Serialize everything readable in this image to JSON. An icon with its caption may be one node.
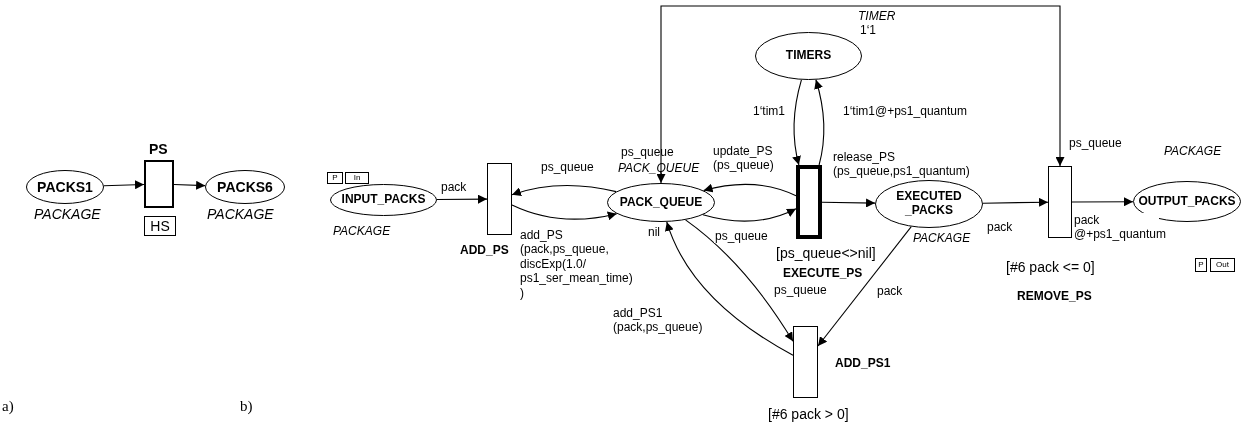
{
  "diagram": {
    "nodes": [
      {
        "text": [
          "PACKS1"
        ],
        "beside": [
          "PACKAGE"
        ]
      },
      {
        "text": [
          "PS"
        ]
      },
      {
        "text": [
          "HS"
        ]
      },
      {
        "text": [
          "PACKS6"
        ],
        "beside": [
          "PACKAGE"
        ]
      },
      {
        "text": [
          "INPUT_PACKS"
        ],
        "beside": [
          "PACKAGE"
        ]
      },
      {
        "text": [
          "P"
        ]
      },
      {
        "text": [
          "In"
        ]
      },
      {
        "text": [
          "ADD_PS"
        ]
      },
      {
        "text": [
          "PACK_QUEUE"
        ],
        "beside": [
          "PACK_QUEUE",
          "nil"
        ]
      },
      {
        "text": [
          "TIMERS"
        ],
        "beside": [
          "TIMER",
          "1‘1"
        ]
      },
      {
        "text": [
          "EXECUTE_PS"
        ],
        "beside": [
          "[ps_queue<>nil]"
        ]
      },
      {
        "text": [
          "EXECUTED _PACKS"
        ],
        "beside": [
          "PACKAGE"
        ]
      },
      {
        "text": [
          "REMOVE_PS"
        ],
        "beside": [
          "[#6 pack <= 0]"
        ]
      },
      {
        "text": [
          "OUTPUT_PACKS"
        ],
        "beside": [
          "PACKAGE"
        ]
      },
      {
        "text": [
          "P"
        ]
      },
      {
        "text": [
          "Out"
        ]
      },
      {
        "text": [
          "ADD_PS1"
        ],
        "beside": [
          "[#6 pack > 0]"
        ]
      }
    ],
    "edges": [
      {
        "from": 0,
        "to": 1,
        "arrow": "to"
      },
      {
        "from": 1,
        "to": 3,
        "arrow": "to"
      },
      {
        "from": 4,
        "to": 7,
        "arrow": "to",
        "label": "pack"
      },
      {
        "from": 8,
        "to": 7,
        "arrow": "to",
        "label": "ps_queue"
      },
      {
        "from": 7,
        "to": 8,
        "arrow": "to",
        "label": "add_PS (pack,ps_queue, discExp(1.0/ ps1_ser_mean_time) )"
      },
      {
        "from": 10,
        "to": 8,
        "arrow": "to",
        "label": "update_PS (ps_queue)"
      },
      {
        "from": 8,
        "to": 10,
        "arrow": "to",
        "label": "ps_queue"
      },
      {
        "from": 9,
        "to": 10,
        "arrow": "to",
        "label": "1‘tim1"
      },
      {
        "from": 10,
        "to": 9,
        "arrow": "to",
        "label": "1‘tim1@+ps1_quantum"
      },
      {
        "from": 10,
        "to": 11,
        "arrow": "to",
        "label": "release_PS (ps_queue,ps1_quantum)"
      },
      {
        "from": 11,
        "to": 12,
        "arrow": "to",
        "label": "pack"
      },
      {
        "from": 12,
        "to": 13,
        "arrow": "to",
        "label": "pack @+ps1_quantum"
      },
      {
        "from": 12,
        "to": 8,
        "arrow": "both",
        "label": "ps_queue"
      },
      {
        "from": 16,
        "to": 8,
        "arrow": "to",
        "label": "add_PS1 (pack,ps_queue)"
      },
      {
        "from": 8,
        "to": 16,
        "arrow": "to",
        "label": "ps_queue"
      },
      {
        "from": 11,
        "to": 16,
        "arrow": "to",
        "label": "pack"
      }
    ],
    "labels": [
      "ps_queue",
      "a)",
      "b)"
    ]
  }
}
